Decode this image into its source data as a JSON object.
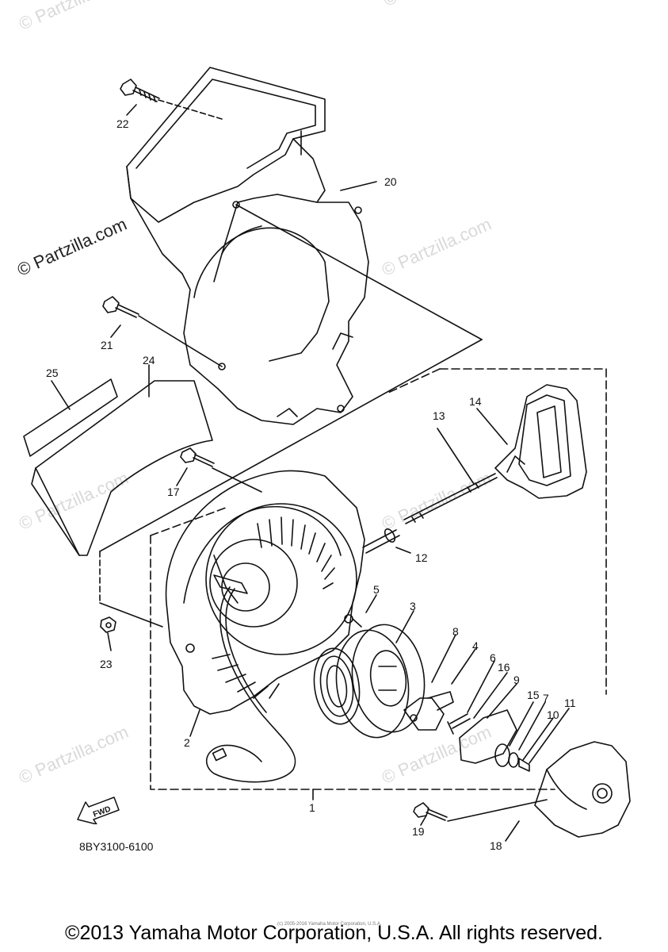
{
  "watermark": "© Partzilla.com",
  "part_labels": [
    "1",
    "2",
    "3",
    "4",
    "5",
    "6",
    "7",
    "8",
    "9",
    "10",
    "11",
    "12",
    "13",
    "14",
    "15",
    "16",
    "17",
    "18",
    "19",
    "20",
    "21",
    "22",
    "23",
    "24",
    "25"
  ],
  "fwd_label": "FWD",
  "diagram_code": "8BY3100-6100",
  "small_copyright": "(c) 2005-2016 Yamaha Motor Corporation, U.S.A.",
  "copyright": "©2013 Yamaha Motor Corporation, U.S.A. All rights reserved."
}
